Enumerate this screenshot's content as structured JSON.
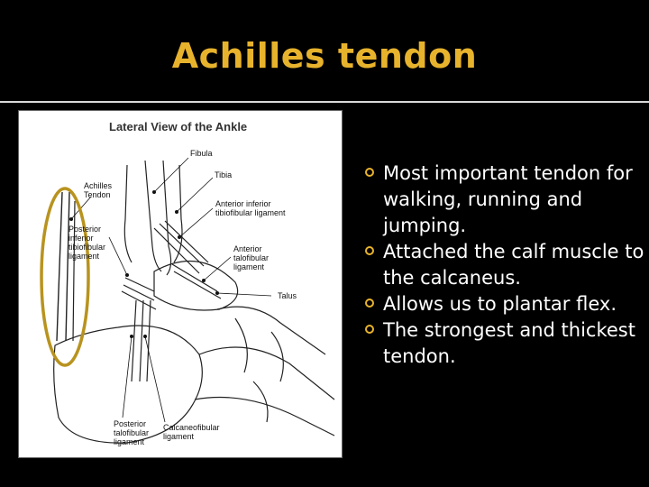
{
  "slide": {
    "title": "Achilles tendon",
    "accent_color": "#e8b32c"
  },
  "figure": {
    "title": "Lateral View of the Ankle",
    "labels": {
      "fibula": "Fibula",
      "tibia": "Tibia",
      "achilles": "Achilles\nTendon",
      "post_inf_tib": "Posterior\ninferior\ntibiofibular\nligament",
      "ant_inf_tib": "Anterior inferior\ntibiofibular ligament",
      "ant_talo": "Anterior\ntalofibular\nligament",
      "talus": "Talus",
      "post_talo": "Posterior\ntalofibular\nligament",
      "calc_fib": "Calcaneofibular\nligament"
    }
  },
  "bullets": [
    "Most important tendon for walking, running and jumping.",
    "Attached the calf muscle to the calcaneus.",
    "Allows us to plantar flex.",
    "The strongest and thickest tendon."
  ]
}
